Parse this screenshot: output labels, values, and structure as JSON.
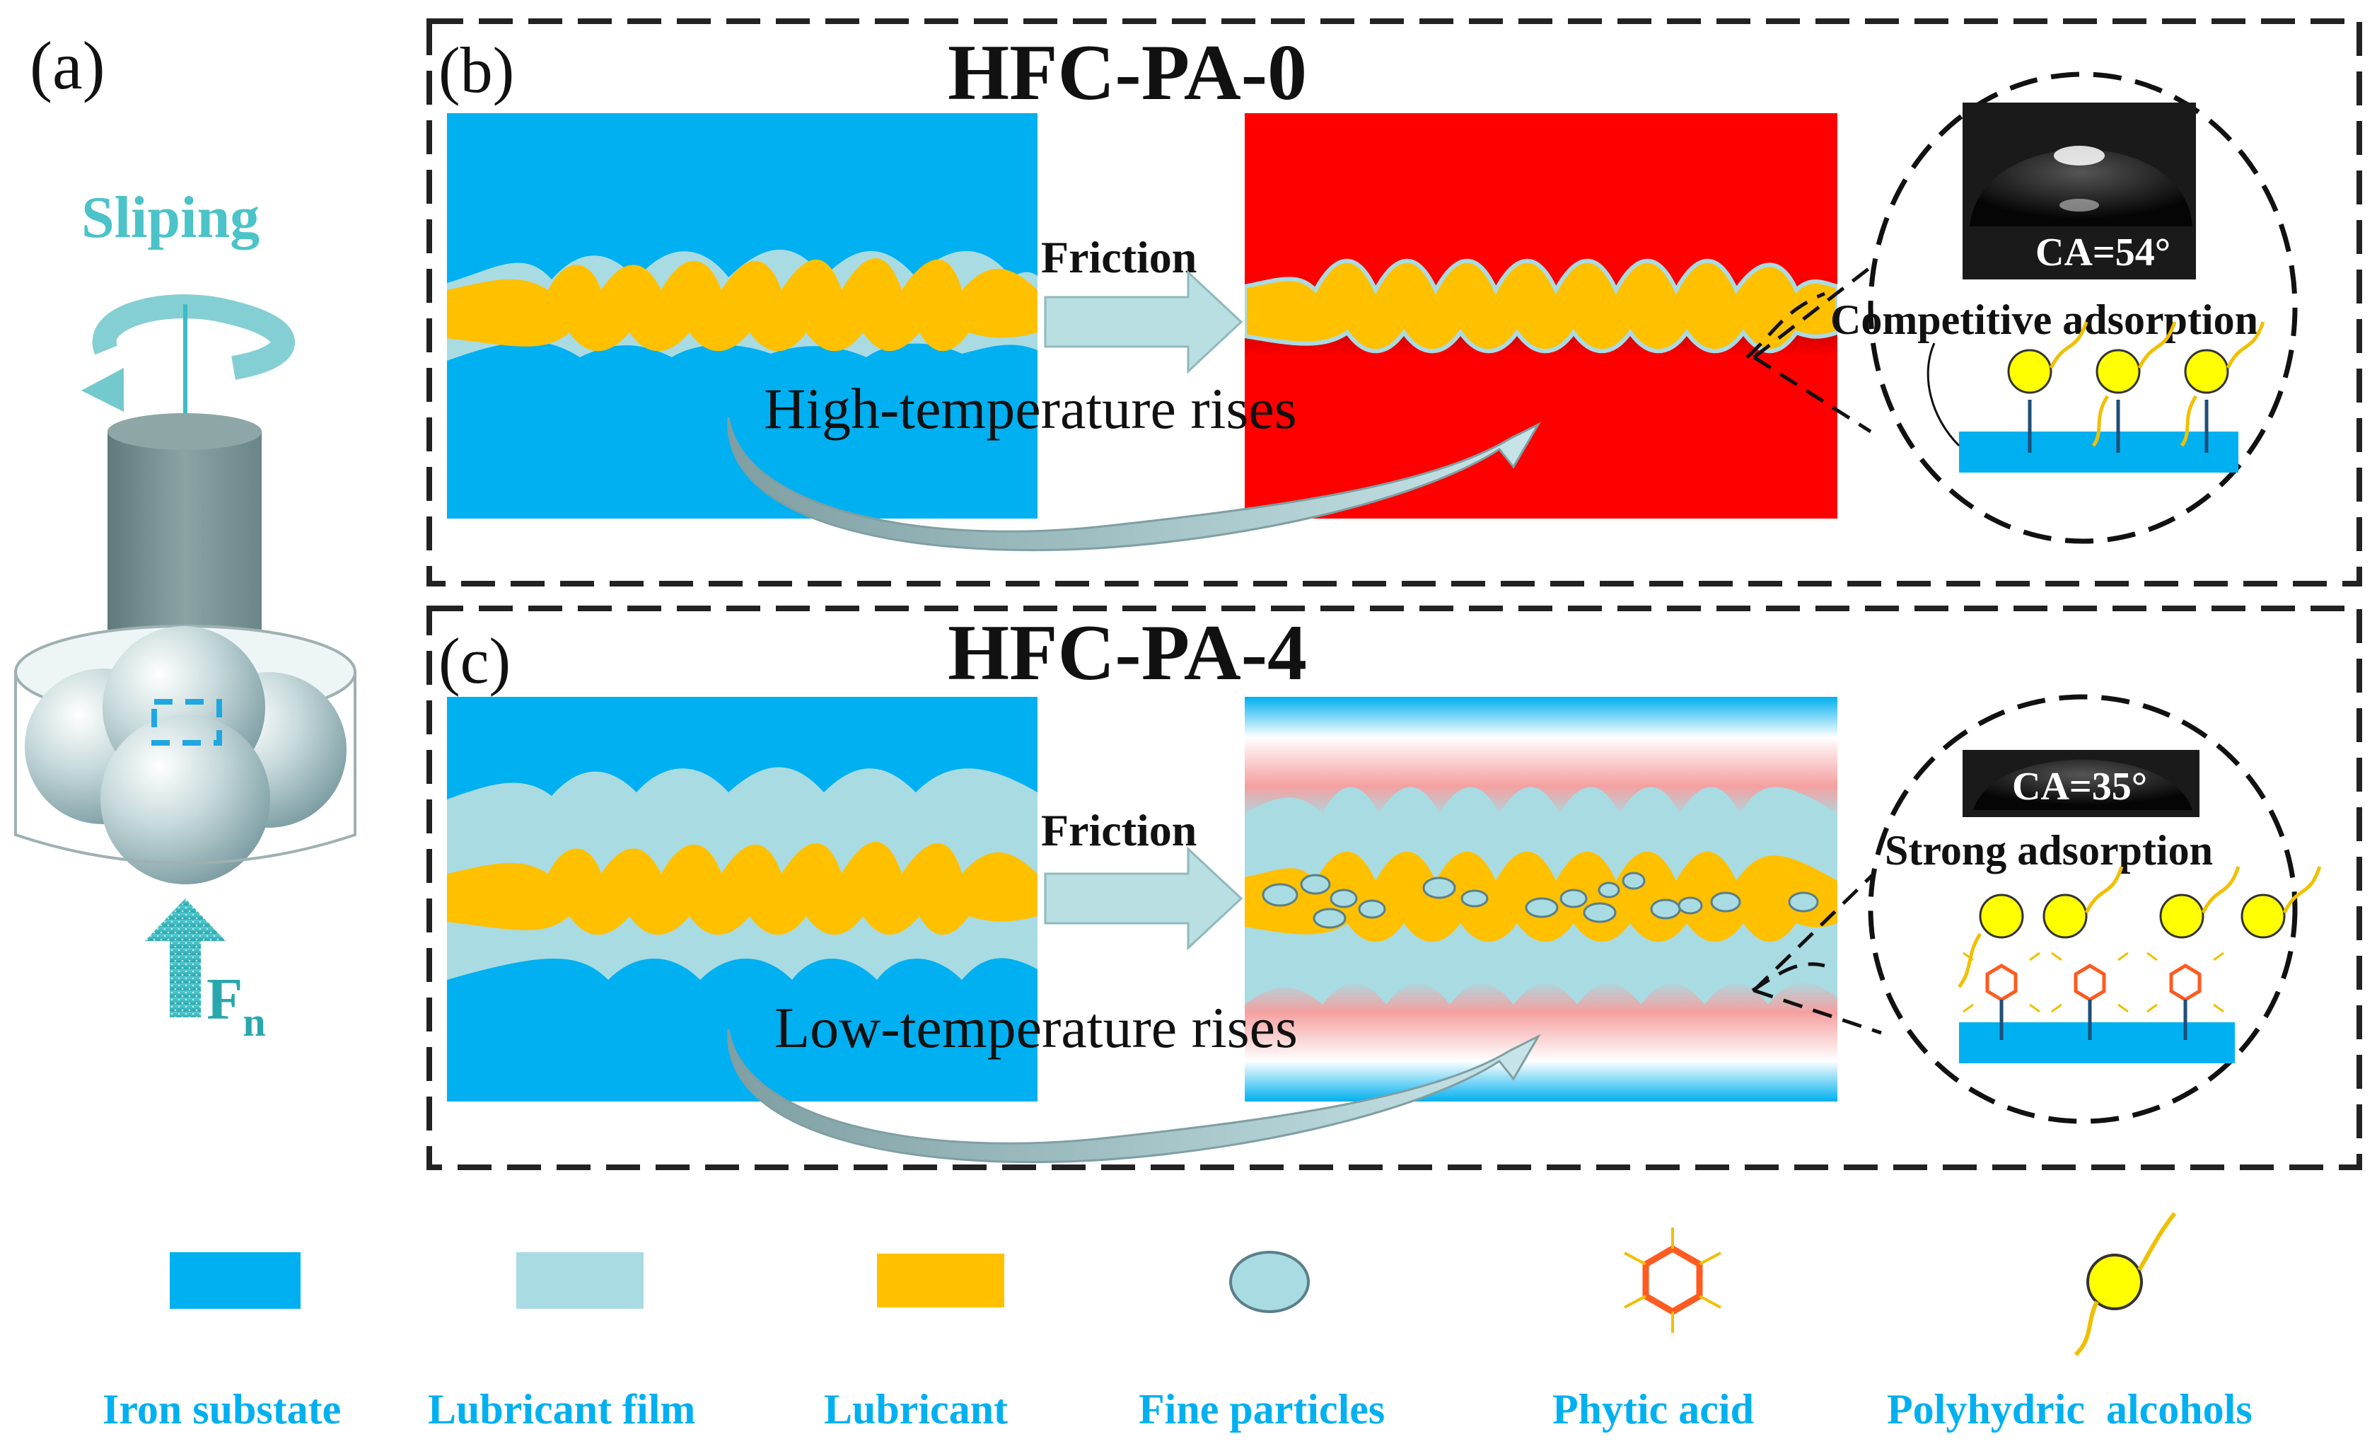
{
  "panels": {
    "a": {
      "label": "(a)",
      "sliping": "Sliping",
      "force_main": "F",
      "force_sub": "n"
    },
    "b": {
      "label": "(b)",
      "title": "HFC-PA-0",
      "friction": "Friction",
      "temp_text": "High-temperature rises",
      "ca": "CA=54°",
      "adsorption": "Competitive adsorption"
    },
    "c": {
      "label": "(c)",
      "title": "HFC-PA-4",
      "friction": "Friction",
      "temp_text": "Low-temperature rises",
      "ca": "CA=35°",
      "adsorption": "Strong adsorption"
    }
  },
  "legend": [
    {
      "label": "Iron substate",
      "icon": "iron-substrate-icon"
    },
    {
      "label": "Lubricant film",
      "icon": "lubricant-film-icon"
    },
    {
      "label": "Lubricant",
      "icon": "lubricant-icon"
    },
    {
      "label": "Fine particles",
      "icon": "fine-particle-icon"
    },
    {
      "label": "Phytic acid",
      "icon": "phytic-acid-icon"
    },
    {
      "label": "Polyhydric  alcohols",
      "icon": "polyhydric-alcohol-icon"
    }
  ],
  "colors": {
    "iron": "#00b0f0",
    "film": "#a9dbe3",
    "lubricant": "#ffc000",
    "hot": "#ff0000",
    "teal": "#3cbcc4",
    "legend_text": "#00b0f0"
  }
}
